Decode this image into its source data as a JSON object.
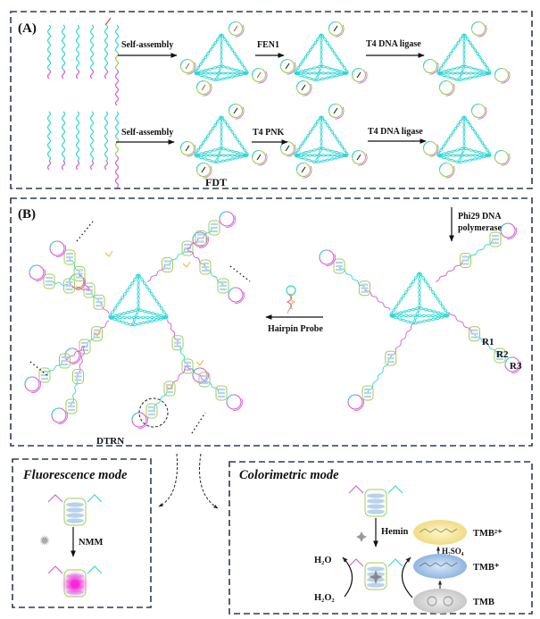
{
  "panels": {
    "A": {
      "label": "(A)",
      "row1": {
        "steps": [
          "Self-assembly",
          "FEN1",
          "T4 DNA ligase"
        ]
      },
      "row2": {
        "steps": [
          "Self-assembly",
          "T4 PNK",
          "T4 DNA ligase"
        ],
        "structure_label": "FDT"
      }
    },
    "B": {
      "label": "(B)",
      "polymerase_label_line1": "Phi29 DNA",
      "polymerase_label_line2": "polymerase",
      "probe_label": "Hairpin Probe",
      "network_label": "DTRN",
      "repeat_labels": [
        "R1",
        "R2",
        "R3"
      ]
    },
    "fluorescence": {
      "title": "Fluorescence mode",
      "reagent": "NMM"
    },
    "colorimetric": {
      "title": "Colorimetric mode",
      "reagent": "Hemin",
      "product_water": "H₂O",
      "substrate_peroxide": "H₂O₂",
      "acid": "H₂SO₄",
      "tmb_states": [
        "TMB²⁺",
        "TMB⁺",
        "TMB"
      ],
      "tmb_colors": [
        "#f3e6a0",
        "#a9c8ea",
        "#d7d7d7"
      ]
    }
  },
  "colors": {
    "strand_cyan": "#2fd6d6",
    "strand_magenta": "#d65ad6",
    "strand_green": "#9ccf55",
    "strand_orange": "#f0b030",
    "quadruplex_blue": "#b8d3ea",
    "frame": "#2d3a55",
    "nmm_glow": "#ff22dd"
  }
}
